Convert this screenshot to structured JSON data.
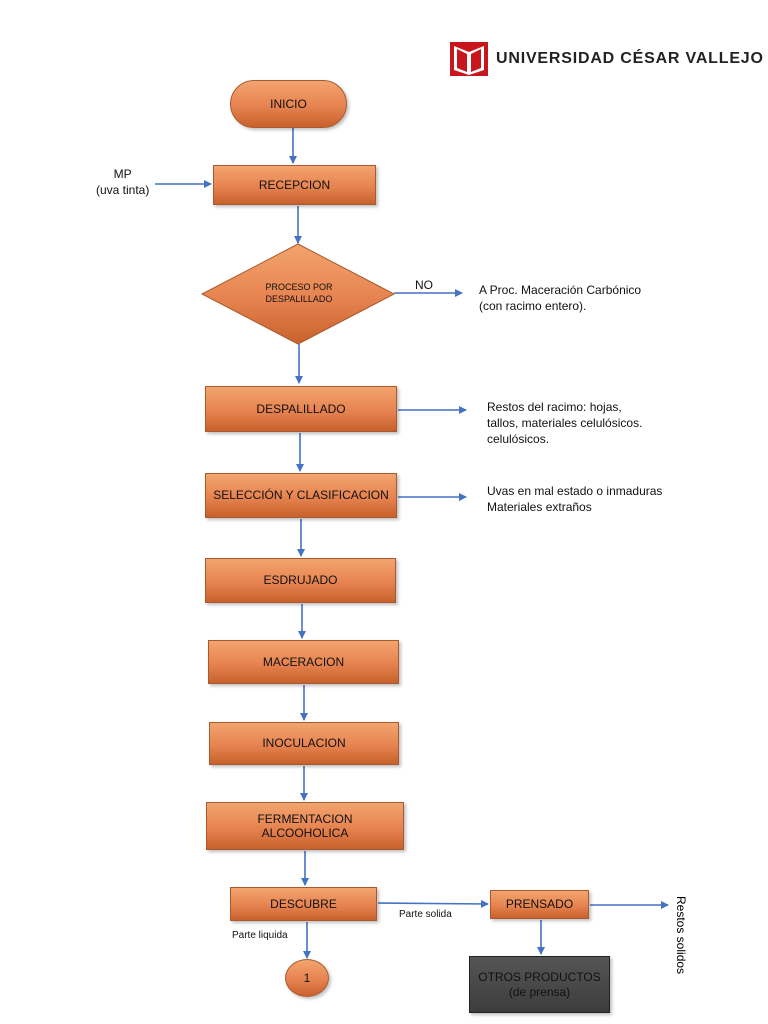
{
  "brand": {
    "name": "UNIVERSIDAD CÉSAR VALLEJO",
    "primary_color": "#c8161d",
    "logo_icon": "ucv-book-logo-icon"
  },
  "colors": {
    "process_fill": "#e68350",
    "arrow": "#4472c4",
    "terminal_fill": "#3d3d3d"
  },
  "nodes": {
    "inicio": "INICIO",
    "recepcion": "RECEPCION",
    "decision": "PROCESO POR\nDESPALILLADO",
    "despalillado": "DESPALILLADO",
    "seleccion": "SELECCIÓN Y CLASIFICACION",
    "esdrujado": "ESDRUJADO",
    "maceracion": "MACERACION",
    "inoculacion": "INOCULACION",
    "fermentacion": "FERMENTACION\nALCOOHOLICA",
    "descubre": "DESCUBRE",
    "prensado": "PRENSADO",
    "otros": "OTROS PRODUCTOS\n(de prensa)",
    "connector": "1"
  },
  "notes": {
    "mp": "MP\n(uva tinta)",
    "no_label": "NO",
    "no_target": "A Proc. Maceración Carbónico\n(con racimo entero).",
    "restos_racimo": "Restos del racimo: hojas,\ntallos, materiales celulósicos.\ncelulósicos.",
    "uvas_mal": "Uvas en mal estado o inmaduras\nMateriales extraños",
    "parte_solida": "Parte solida",
    "parte_liquida": "Parte liquida",
    "restos_solidos": "Restos solidos"
  }
}
